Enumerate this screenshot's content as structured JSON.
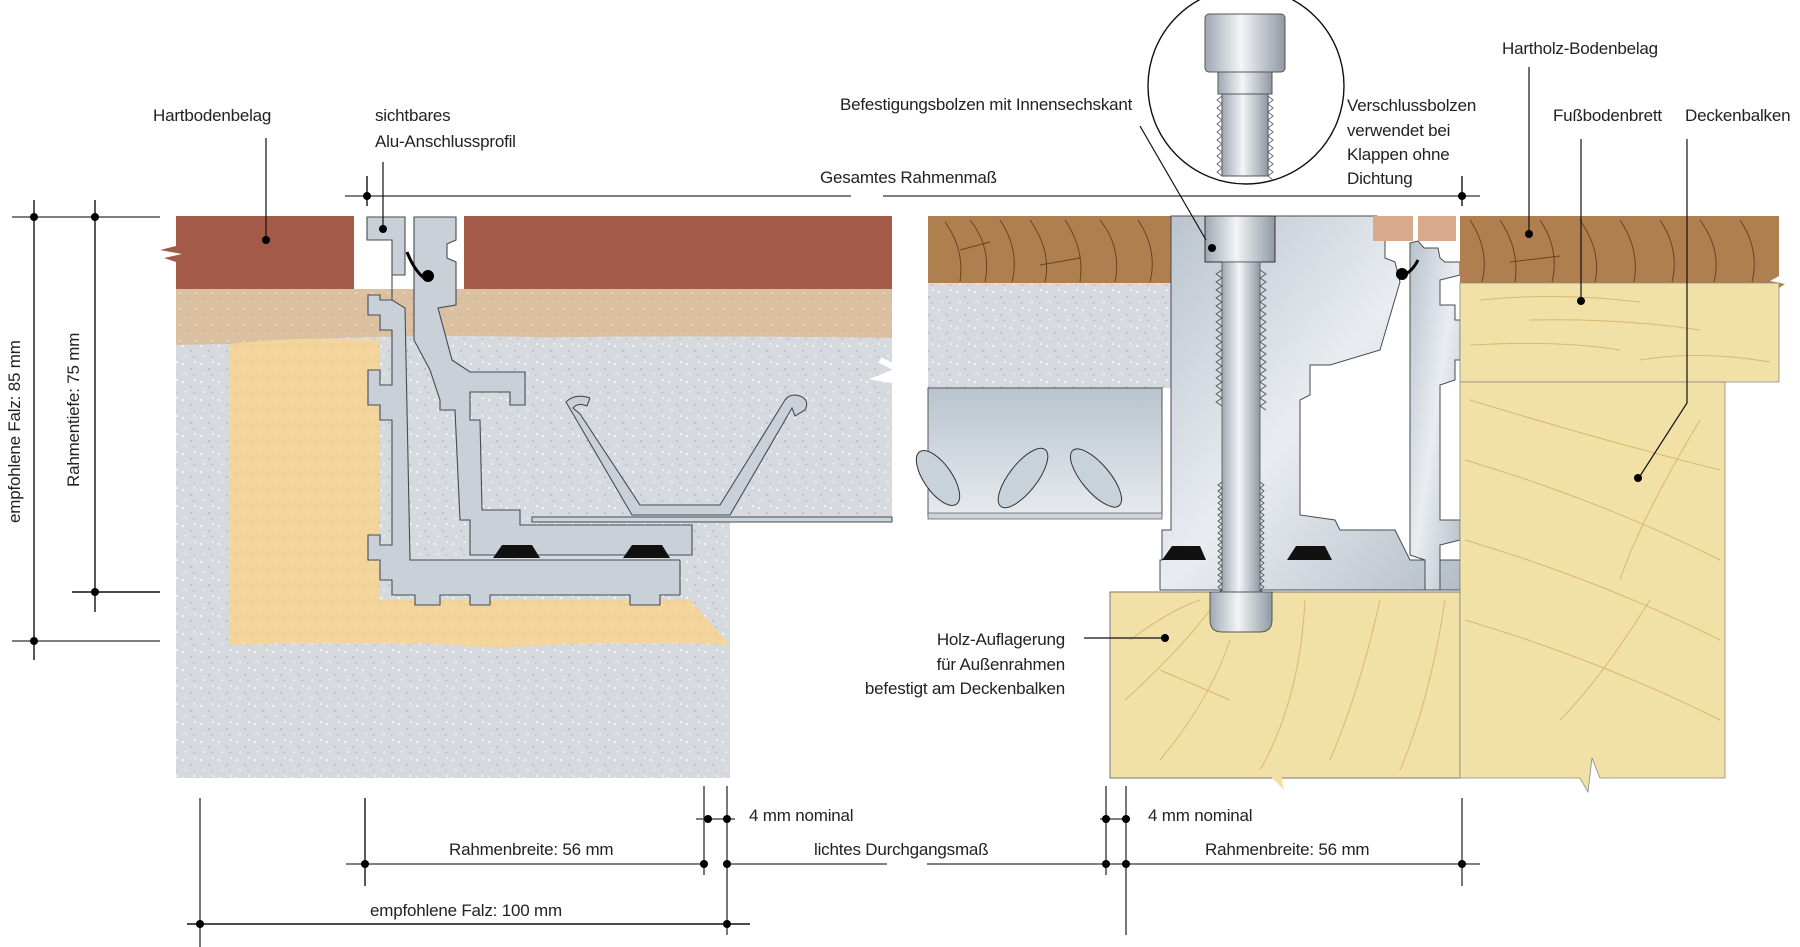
{
  "labels": {
    "hartbodenbelag": "Hartbodenbelag",
    "alu_profil_line1": "sichtbares",
    "alu_profil_line2": "Alu-Anschlussprofil",
    "gesamtes_rahmenmass": "Gesamtes Rahmenmaß",
    "befestigungsbolzen": "Befestigungsbolzen mit Innensechskant",
    "verschlussbolzen": [
      "Verschlussbolzen",
      "verwendet bei",
      "Klappen ohne",
      "Dichtung"
    ],
    "hartholz_bodenbelag": "Hartholz-Bodenbelag",
    "fussbodenbrett": "Fußbodenbrett",
    "deckenbalken": "Deckenbalken",
    "holz_auflagerung": [
      "Holz-Auflagerung",
      "für Außenrahmen",
      "befestigt am Deckenbalken"
    ]
  },
  "dimensions": {
    "empfohlene_falz_depth": "empfohlene Falz: 85 mm",
    "rahmentiefe": "Rahmentiefe: 75 mm",
    "rahmenbreite_left": "Rahmenbreite: 56 mm",
    "rahmenbreite_right": "Rahmenbreite: 56 mm",
    "nominal_left": "4 mm nominal",
    "nominal_right": "4 mm nominal",
    "lichtes_durchgangsmass": "lichtes Durchgangsmaß",
    "empfohlene_falz_width": "empfohlene Falz: 100 mm"
  },
  "colors": {
    "tile": "#a45a48",
    "screed": "#dcc0a2",
    "sand": "#f3d49a",
    "concrete": "#d6dadf",
    "hardwood": "#b07f4f",
    "softwood": "#f1e1a6",
    "aluminium": "#c9d0d8",
    "seal": "#111111",
    "copper_insert": "#d9a98b"
  }
}
